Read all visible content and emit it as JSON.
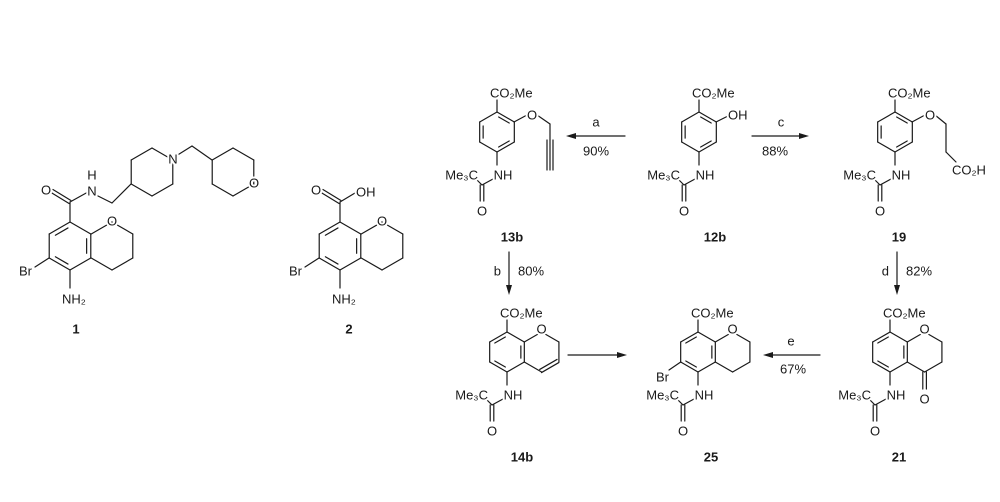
{
  "compounds": {
    "c1": {
      "label": "1",
      "amide_o": "O",
      "nh_n": "N",
      "nh_h": "H",
      "ring_o": "O",
      "pip_n": "N",
      "oxane_o": "O",
      "br": "Br",
      "nh2": "NH₂"
    },
    "c2": {
      "label": "2",
      "acid_o": "O",
      "oh": "OH",
      "ring_o": "O",
      "br": "Br",
      "nh2": "NH₂"
    },
    "c13b": {
      "label": "13b",
      "ester": "CO₂Me",
      "ether_o": "O",
      "nh": "NH",
      "tbu": "Me₃C",
      "amide_o": "O"
    },
    "c12b": {
      "label": "12b",
      "ester": "CO₂Me",
      "oh": "OH",
      "nh": "NH",
      "tbu": "Me₃C",
      "amide_o": "O"
    },
    "c19": {
      "label": "19",
      "ester": "CO₂Me",
      "ether_o": "O",
      "acid": "CO₂H",
      "nh": "NH",
      "tbu": "Me₃C",
      "amide_o": "O"
    },
    "c14b": {
      "label": "14b",
      "ester": "CO₂Me",
      "ring_o": "O",
      "nh": "NH",
      "tbu": "Me₃C",
      "amide_o": "O"
    },
    "c25": {
      "label": "25",
      "ester": "CO₂Me",
      "ring_o": "O",
      "br": "Br",
      "nh": "NH",
      "tbu": "Me₃C",
      "amide_o": "O"
    },
    "c21": {
      "label": "21",
      "ester": "CO₂Me",
      "ring_o": "O",
      "keto_o": "O",
      "nh": "NH",
      "tbu": "Me₃C",
      "amide_o": "O"
    }
  },
  "steps": {
    "a": {
      "letter": "a",
      "yield": "90%"
    },
    "b": {
      "letter": "b",
      "yield": "80%"
    },
    "c": {
      "letter": "c",
      "yield": "88%"
    },
    "d": {
      "letter": "d",
      "yield": "82%"
    },
    "e": {
      "letter": "e",
      "yield": "67%"
    }
  }
}
